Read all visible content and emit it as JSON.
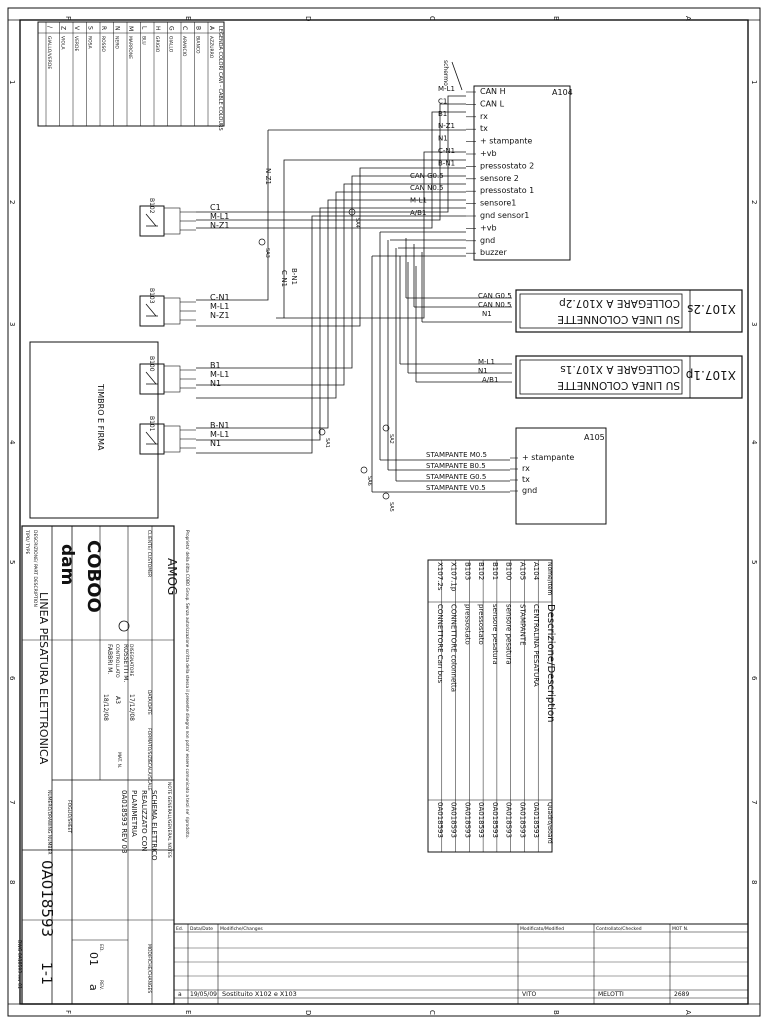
{
  "frame": {
    "column_markers": [
      "F",
      "E",
      "D",
      "C",
      "B",
      "A"
    ],
    "row_markers": [
      "1",
      "2",
      "3",
      "4",
      "5",
      "6",
      "7",
      "8"
    ]
  },
  "legend": {
    "title": "LEGENDA COLORI CAVI - CABLE COLOURS",
    "rows": [
      {
        "code": "A",
        "text": "AZZURRO"
      },
      {
        "code": "B",
        "text": "BIANCO"
      },
      {
        "code": "C",
        "text": "ARANCIO"
      },
      {
        "code": "G",
        "text": "GIALLO"
      },
      {
        "code": "H",
        "text": "GRIGIO"
      },
      {
        "code": "L",
        "text": "BLU"
      },
      {
        "code": "M",
        "text": "MARRONE"
      },
      {
        "code": "N",
        "text": "NERO"
      },
      {
        "code": "R",
        "text": "ROSSO"
      },
      {
        "code": "S",
        "text": "ROSA"
      },
      {
        "code": "V",
        "text": "VERDE"
      },
      {
        "code": "Z",
        "text": "VIOLA"
      },
      {
        "code": "/",
        "text": "GIALLO/VERDE"
      }
    ]
  },
  "a104": {
    "label": "A104",
    "pins": [
      {
        "name": "CAN H",
        "wire": "M-L1"
      },
      {
        "name": "CAN L",
        "wire": "C1"
      },
      {
        "name": "rx",
        "wire": "B1"
      },
      {
        "name": "tx",
        "wire": "N-Z1"
      },
      {
        "name": "+ stampante",
        "wire": "N1"
      },
      {
        "name": "+vb",
        "wire": "C-N1"
      },
      {
        "name": "pressostato 2",
        "wire": "B-N1"
      },
      {
        "name": "sensore 2",
        "wire": "CAN G0.5"
      },
      {
        "name": "pressostato 1",
        "wire": "CAN N0.5"
      },
      {
        "name": "sensore1",
        "wire": "M-L1"
      },
      {
        "name": "gnd sensor1",
        "wire": "A/B1"
      },
      {
        "name": "+vb",
        "wire": ""
      },
      {
        "name": "gnd",
        "wire": ""
      },
      {
        "name": "buzzer",
        "wire": ""
      }
    ],
    "shield_label": "schermo"
  },
  "a105": {
    "label": "A105",
    "pins": [
      {
        "name": "+ stampante",
        "wire": "STAMPANTE M0.5"
      },
      {
        "name": "rx",
        "wire": "STAMPANTE B0.5"
      },
      {
        "name": "tx",
        "wire": "STAMPANTE G0.5"
      },
      {
        "name": "gnd",
        "wire": "STAMPANTE V0.5"
      }
    ]
  },
  "sensors": [
    {
      "id": "B102",
      "wires": [
        "C1",
        "M-L1",
        "N-Z1"
      ]
    },
    {
      "id": "B103",
      "wires": [
        "C-N1",
        "M-L1",
        "N-Z1"
      ]
    },
    {
      "id": "B100",
      "wires": [
        "B1",
        "M-L1",
        "N1"
      ]
    },
    {
      "id": "B101",
      "wires": [
        "B-N1",
        "M-L1",
        "N1"
      ]
    }
  ],
  "bus_wire_labels": [
    "N-Z1",
    "C-N1",
    "B-N1"
  ],
  "splices": [
    "SA3",
    "SA4",
    "SA1",
    "SA2",
    "SA5",
    "SA6"
  ],
  "connectors": [
    {
      "ref": "X107.2s",
      "text1": "COLLEGARE A X107.2p",
      "text2": "SU LINEA COLONNETTE",
      "wires": [
        "CAN G0.5",
        "CAN N0.5",
        "N1"
      ]
    },
    {
      "ref": "X107.1p",
      "text1": "COLLEGARE A X107.1s",
      "text2": "SU LINEA COLONNETTE",
      "wires": [
        "M-L1",
        "N1",
        "A/B1"
      ]
    }
  ],
  "stamp_box": "TIMBRO E FIRMA",
  "parts": {
    "headers": [
      "Nome/Item",
      "Descrizione/Description",
      "Quadro/Board"
    ],
    "rows": [
      [
        "A104",
        "CENTRALINA PESATURA",
        "0A018593"
      ],
      [
        "A105",
        "STAMPANTE",
        "0A018593"
      ],
      [
        "B100",
        "sensore pesatura",
        "0A018593"
      ],
      [
        "B101",
        "sensore pesatura",
        "0A018593"
      ],
      [
        "B102",
        "pressostato",
        "0A018593"
      ],
      [
        "B103",
        "pressostato",
        "0A018593"
      ],
      [
        "X107.1p",
        "CONNETTORE colonnetta",
        "0A018593"
      ],
      [
        "X107.2s",
        "CONNETTORE Can bus",
        "0A018593"
      ]
    ]
  },
  "title_block": {
    "logo_text": "COBOO",
    "brand": "dam",
    "customer_label": "CLIENTE/ CUSTOMER",
    "customer": "AMOG",
    "type_label": "TIPO/ TYPE",
    "description_label": "DESCRIZIONE/ PART DESCRIPTION",
    "description": "LINEA PESATURA ELETTRONICA",
    "notice": "Proprieta' della ditta COBO Group. Senza autorizzazione scritta della stessa il presente disegno non potra' essere comunicato a terzi ne' riprodotto.",
    "drawn_by_label": "DISEGNATORE",
    "drawn_by": "ROSSETTI M.",
    "checked_by_label": "CONTROLLATO",
    "checked_by": "FABBRI M.",
    "date_drawn": "17/12/08",
    "date_checked": "18/12/08",
    "date_label": "DATA/DATE",
    "format_label": "FORMATO/SIZE",
    "format": "A3",
    "scale_label": "SCALA/SCALE",
    "material_label": "MAT. N.",
    "notes_label": "NOTE GENERALI/GENERAL NOTES",
    "notes": [
      "SCHEMA ELETTRICO",
      "REALIZZATO CON",
      "PLANIMETRIA",
      "0A018593 REV 03"
    ],
    "sheet_label": "FOGLIO/SHEET",
    "sheet": "1-1",
    "drawing_number_label": "NUMERO/DRAWING NUMBER",
    "drawing_number": "0A018593",
    "ed_label": "ED.",
    "edition": "01",
    "rev_label": "REV.",
    "revision": "a",
    "dwg_code": "DWG 0A18593 rev 01"
  },
  "revisions": {
    "headers": [
      "Ed.",
      "Data/Date",
      "Modifiche/Changes",
      "Modificato/Modified",
      "Controllato/Checked",
      "MOT N."
    ],
    "rows": [
      {
        "ed": "a",
        "date": "19/05/09",
        "change": "Sostituito X102 e X103",
        "modified": "VITO",
        "checked": "MELOTTI",
        "mot": "2689"
      }
    ],
    "side_label": "MODIFICHE/CHANGES"
  }
}
